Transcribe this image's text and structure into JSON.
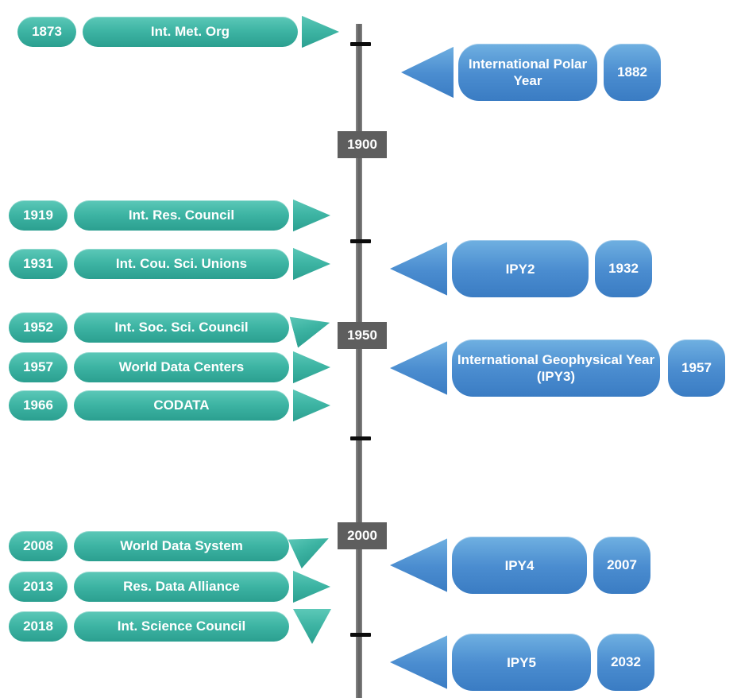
{
  "axis": {
    "labels": [
      "1900",
      "1950",
      "2000"
    ]
  },
  "left_events": [
    {
      "year": "1873",
      "label": "Int. Met. Org"
    },
    {
      "year": "1919",
      "label": "Int. Res. Council"
    },
    {
      "year": "1931",
      "label": "Int. Cou. Sci. Unions"
    },
    {
      "year": "1952",
      "label": "Int. Soc. Sci. Council"
    },
    {
      "year": "1957",
      "label": "World Data Centers"
    },
    {
      "year": "1966",
      "label": "CODATA"
    },
    {
      "year": "2008",
      "label": "World Data System"
    },
    {
      "year": "2013",
      "label": "Res. Data Alliance"
    },
    {
      "year": "2018",
      "label": "Int. Science Council"
    }
  ],
  "right_events": [
    {
      "label": "International Polar Year",
      "year": "1882"
    },
    {
      "label": "IPY2",
      "year": "1932"
    },
    {
      "label": "International Geophysical Year (IPY3)",
      "year": "1957"
    },
    {
      "label": "IPY4",
      "year": "2007"
    },
    {
      "label": "IPY5",
      "year": "2032"
    }
  ],
  "colors": {
    "teal_top": "#5CC8B8",
    "teal_bottom": "#2B9F90",
    "blue_top": "#6FB0E1",
    "blue_bottom": "#3A7CC3",
    "axis_line": "#666666",
    "axis_label_bg": "#5E5E5E",
    "tick": "#0B0B0B",
    "text": "#FFFFFF",
    "background": "#FFFFFF"
  }
}
